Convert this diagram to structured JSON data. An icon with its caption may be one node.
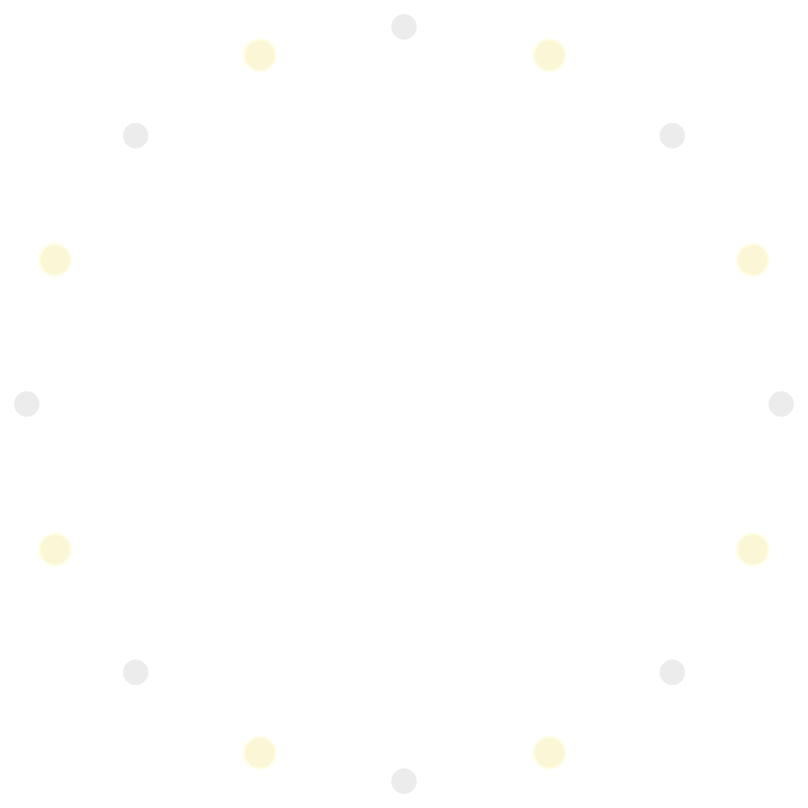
{
  "diagram": {
    "nodes": [
      {
        "text": [],
        "shape": "circle"
      },
      {
        "text": [],
        "shape": "circle"
      },
      {
        "text": [],
        "shape": "circle"
      },
      {
        "text": [],
        "shape": "circle"
      },
      {
        "text": [],
        "shape": "circle"
      },
      {
        "text": [],
        "shape": "circle"
      },
      {
        "text": [],
        "shape": "circle"
      },
      {
        "text": [],
        "shape": "circle"
      },
      {
        "text": [],
        "shape": "circle"
      },
      {
        "text": [],
        "shape": "circle"
      },
      {
        "text": [],
        "shape": "circle"
      },
      {
        "text": [],
        "shape": "circle"
      },
      {
        "text": [],
        "shape": "circle"
      },
      {
        "text": [],
        "shape": "circle"
      },
      {
        "text": [],
        "shape": "circle"
      },
      {
        "text": [],
        "shape": "circle"
      }
    ]
  }
}
